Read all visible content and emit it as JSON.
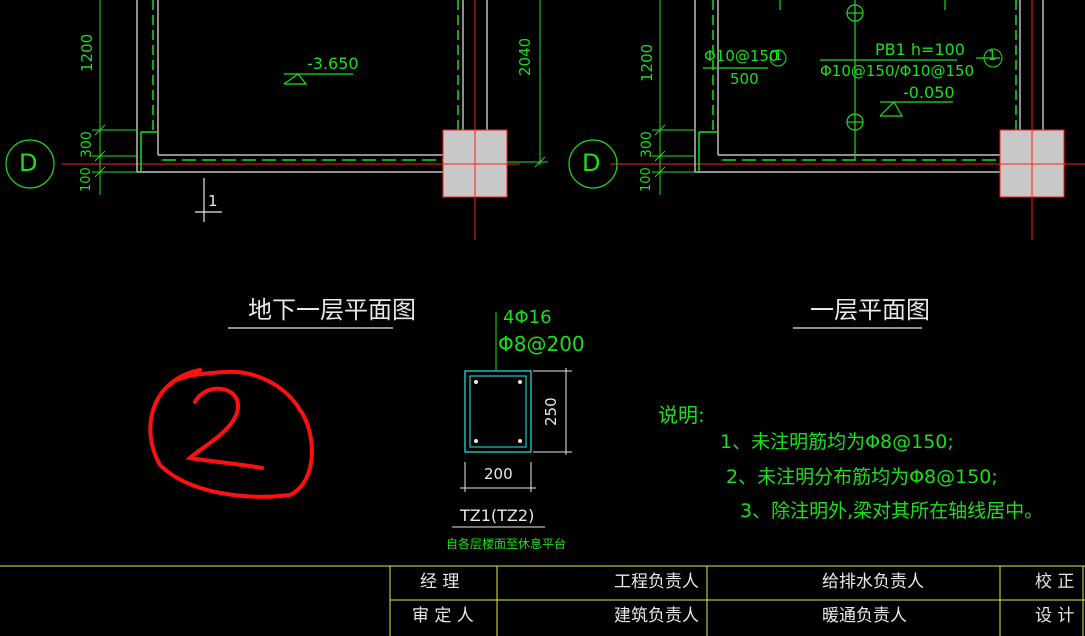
{
  "colors": {
    "background": "#000000",
    "green": "#19e019",
    "yellow": "#e8e84a",
    "white": "#e8e8e8",
    "red": "#ff2020",
    "cyan": "#26c6c6",
    "column_fill": "#c8c8c8"
  },
  "left_plan": {
    "dim_1200": "1200",
    "dim_300": "300",
    "dim_100": "100",
    "dim_2040": "2040",
    "level": "-3.650",
    "axis": "D",
    "section_mark": "1",
    "title": "地下一层平面图"
  },
  "right_plan": {
    "dim_1200": "1200",
    "dim_300": "300",
    "dim_100": "100",
    "axis": "D",
    "rebar_note": "Φ10@150",
    "rebar_num": "1",
    "rebar_len": "500",
    "slab": "PB1  h=100",
    "slab_rebar": "Φ10@150/Φ10@150",
    "slab_num": "1",
    "level": "-0.050",
    "title": "一层平面图"
  },
  "column_detail": {
    "main_rebar": "4Φ16",
    "stirrup": "Φ8@200",
    "height": "250",
    "width": "200",
    "name": "TZ1(TZ2)",
    "note": "自各层楼面至休息平台"
  },
  "annotation_mark": "2",
  "notes": {
    "heading": "说明:",
    "items": [
      "1、未注明筋均为Φ8@150;",
      "2、未注明分布筋均为Φ8@150;",
      "3、除注明外,梁对其所在轴线居中。"
    ]
  },
  "title_block": {
    "row1": [
      "经    理",
      "工程负责人",
      "给排水负责人",
      "校  正"
    ],
    "row2": [
      "审  定  人",
      "建筑负责人",
      "暖通负责人",
      "设  计"
    ]
  }
}
